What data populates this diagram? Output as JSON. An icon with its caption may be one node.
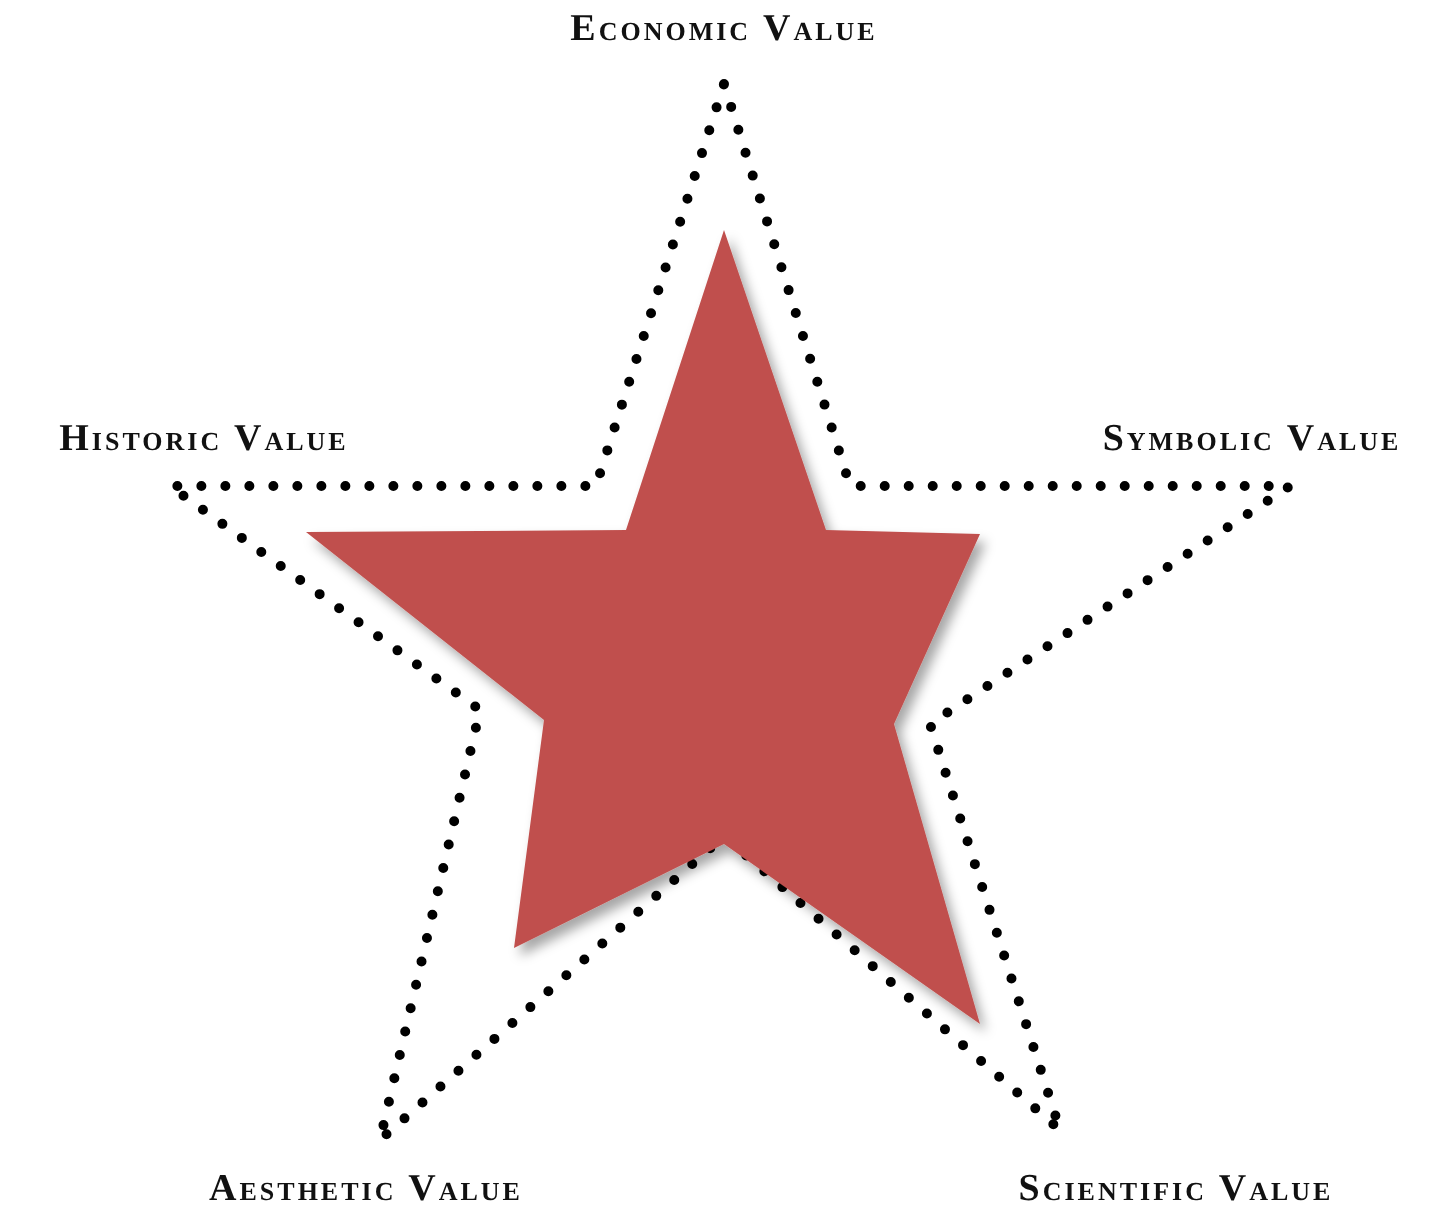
{
  "diagram": {
    "labels": [
      "Economic Value",
      "Historic Value",
      "Symbolic Value",
      "Aesthetic Value",
      "Scientific Value"
    ]
  }
}
